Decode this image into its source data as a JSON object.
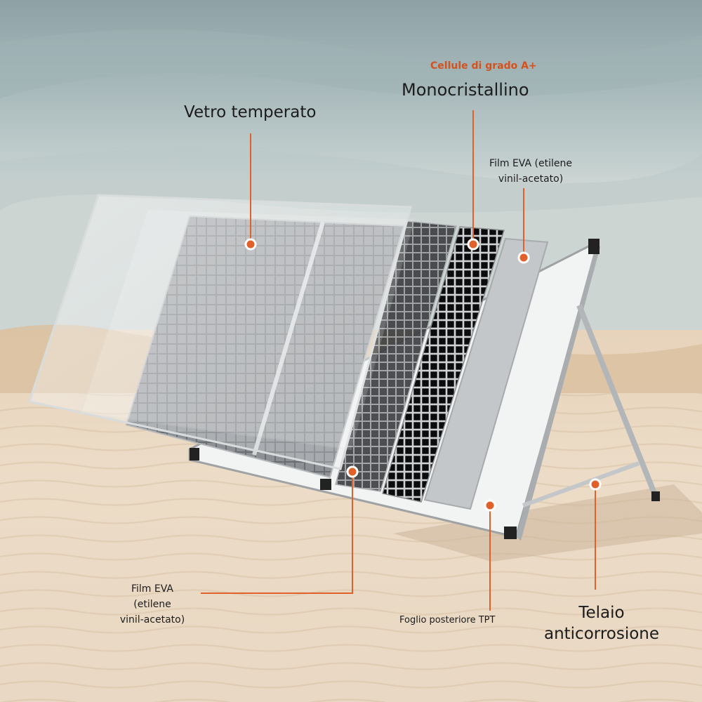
{
  "labels": {
    "tempered_glass": "Vetro temperato",
    "grade": "Cellule di grado A+",
    "mono": "Monocristallino",
    "eva_top_1": "Film EVA (etilene",
    "eva_top_2": "vinil-acetato)",
    "eva_bottom_1": "Film EVA",
    "eva_bottom_2": "(etilene",
    "eva_bottom_3": "vinil-acetato)",
    "backsheet": "Foglio posteriore TPT",
    "frame_1": "Telaio",
    "frame_2": "anticorrosione"
  },
  "colors": {
    "accent": "#e0622a",
    "grade_text": "#d4521f",
    "text": "#1c1c1c"
  }
}
